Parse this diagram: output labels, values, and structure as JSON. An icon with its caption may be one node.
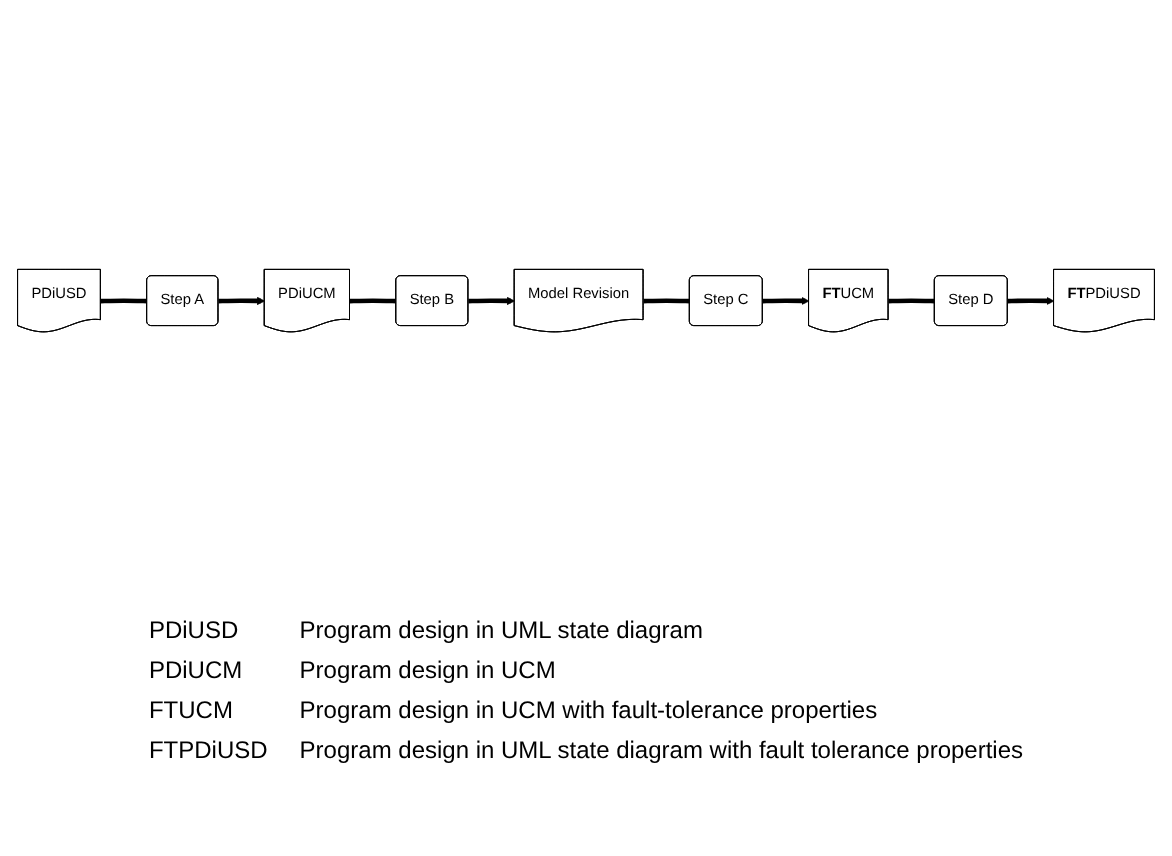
{
  "diagram": {
    "nodes": [
      {
        "text": [
          "PDiUSD"
        ]
      },
      {
        "text": [
          "Step A"
        ]
      },
      {
        "text": [
          "PDiUCM"
        ]
      },
      {
        "text": [
          "Step B"
        ]
      },
      {
        "text": [
          "Model Revision"
        ]
      },
      {
        "text": [
          "Step C"
        ]
      },
      {
        "text": [
          "**FT**UCM"
        ]
      },
      {
        "text": [
          "Step D"
        ]
      },
      {
        "text": [
          "**FT**PDiUSD"
        ]
      }
    ],
    "edges": [
      {
        "from": 0,
        "to": 1,
        "arrow": "none"
      },
      {
        "from": 1,
        "to": 2,
        "arrow": "to"
      },
      {
        "from": 2,
        "to": 3,
        "arrow": "none"
      },
      {
        "from": 3,
        "to": 4,
        "arrow": "to"
      },
      {
        "from": 4,
        "to": 5,
        "arrow": "none"
      },
      {
        "from": 5,
        "to": 6,
        "arrow": "to"
      },
      {
        "from": 6,
        "to": 7,
        "arrow": "none"
      },
      {
        "from": 7,
        "to": 8,
        "arrow": "to"
      }
    ],
    "labels": [
      "PDiUSD",
      "Program design in UML state diagram",
      "PDiUCM",
      "Program design in UCM",
      "FTUCM",
      "Program design in UCM with fault-tolerance properties",
      "FTPDiUSD",
      "Program design in UML state diagram with fault tolerance properties"
    ]
  }
}
